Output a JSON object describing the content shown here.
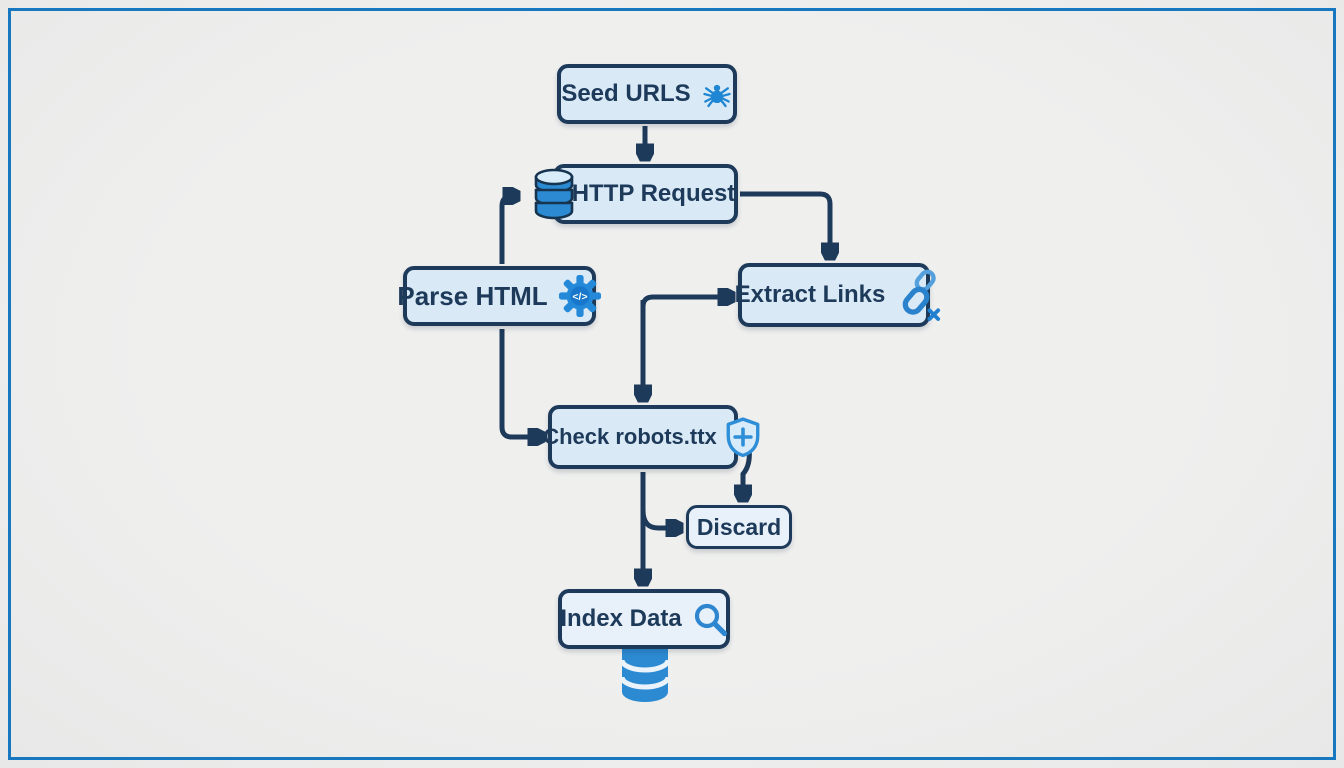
{
  "palette": {
    "frame_border": "#1878bf",
    "background": "#ecedec",
    "node_fill": "#d9e9f6",
    "node_fill_light": "#e8f0f9",
    "node_border": "#1d3a5a",
    "text": "#1d3a5a",
    "connector": "#1d3a5a",
    "icon_blue": "#2389d8",
    "icon_blue_dark": "#1877cb",
    "icon_blue_light": "#53a0dc"
  },
  "diagram": {
    "type": "flowchart",
    "subject": "web crawler pipeline",
    "nodes": [
      {
        "id": "seed-urls",
        "label": "Seed URLS",
        "icon": "spider-icon"
      },
      {
        "id": "http-request",
        "label": "HTTP Request",
        "icon": "database-stack-icon"
      },
      {
        "id": "parse-html",
        "label": "Parse HTML",
        "icon": "gear-code-icon"
      },
      {
        "id": "extract-links",
        "label": "Extract Links",
        "icon": "chain-links-icon"
      },
      {
        "id": "check-robots",
        "label": "Check robots.ttx",
        "icon": "shield-plus-icon"
      },
      {
        "id": "discard",
        "label": "Discard",
        "icon": null
      },
      {
        "id": "index-data",
        "label": "Index Data",
        "icon": "search-icon"
      },
      {
        "id": "database-store",
        "label": "",
        "icon": "database-cylinder-icon"
      }
    ],
    "edges": [
      {
        "from": "seed-urls",
        "to": "http-request"
      },
      {
        "from": "parse-html",
        "to": "http-request",
        "note": "loop back into request icon"
      },
      {
        "from": "http-request",
        "to": "extract-links"
      },
      {
        "from": "t-junction",
        "to": "extract-links"
      },
      {
        "from": "t-junction",
        "to": "check-robots"
      },
      {
        "from": "parse-html",
        "to": "check-robots"
      },
      {
        "from": "check-robots",
        "to": "discard",
        "note": "right-side drop"
      },
      {
        "from": "check-robots",
        "to": "index-data"
      },
      {
        "from": "check-robots",
        "to": "discard",
        "note": "branch off index path"
      },
      {
        "from": "index-data",
        "to": "database-store",
        "note": "cylinder sits below box, no arrow"
      }
    ]
  }
}
